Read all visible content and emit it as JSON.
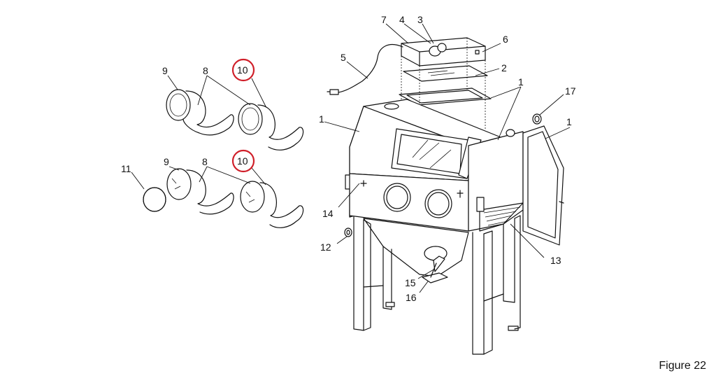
{
  "figure": {
    "caption": "Figure 22"
  },
  "labels": {
    "l1a": "1",
    "l1b": "1",
    "l1c": "1",
    "l2": "2",
    "l3": "3",
    "l4": "4",
    "l5": "5",
    "l6": "6",
    "l7": "7",
    "l8a": "8",
    "l8b": "8",
    "l9a": "9",
    "l9b": "9",
    "l10a": "10",
    "l10b": "10",
    "l11": "11",
    "l12": "12",
    "l13": "13",
    "l14": "14",
    "l15": "15",
    "l16": "16",
    "l17": "17"
  },
  "colors": {
    "highlight": "#d0202a",
    "line": "#111111"
  }
}
